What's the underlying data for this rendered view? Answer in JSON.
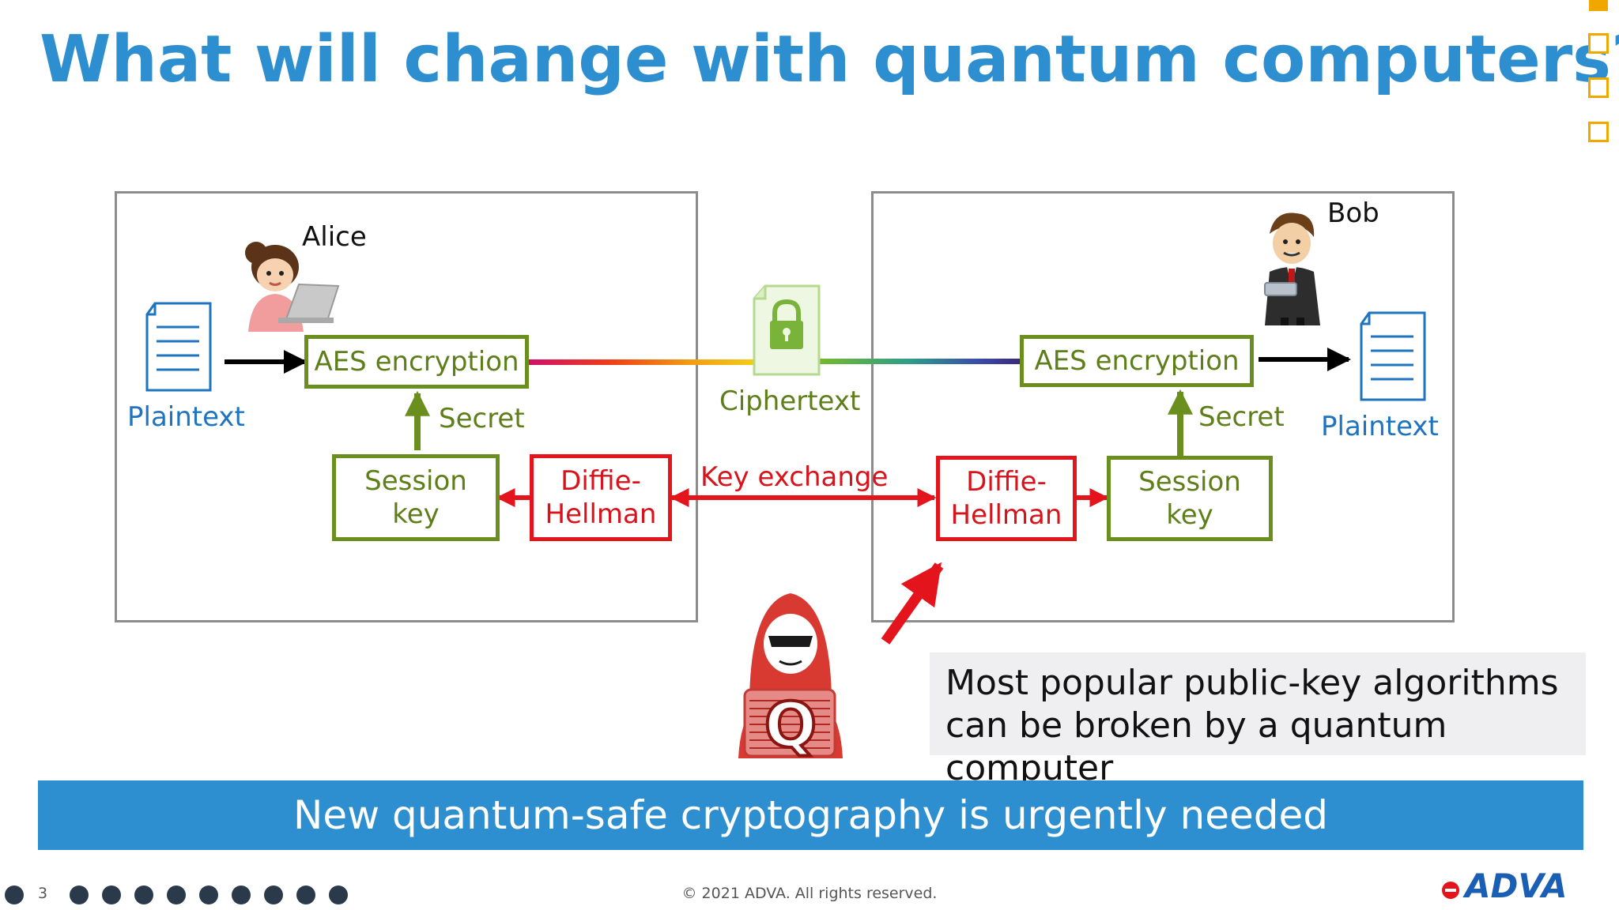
{
  "slide": {
    "title": "What will change with quantum computers?",
    "page_number": "3",
    "copyright": "© 2021 ADVA. All rights reserved.",
    "logo_text": "ADVA"
  },
  "alice": {
    "name": "Alice",
    "plaintext_label": "Plaintext",
    "aes_label": "AES encryption",
    "secret_label": "Secret",
    "session_key_label": [
      "Session",
      "key"
    ],
    "diffie_hellman_label": [
      "Diffie-",
      "Hellman"
    ]
  },
  "bob": {
    "name": "Bob",
    "plaintext_label": "Plaintext",
    "aes_label": "AES encryption",
    "secret_label": "Secret",
    "session_key_label": [
      "Session",
      "key"
    ],
    "diffie_hellman_label": [
      "Diffie-",
      "Hellman"
    ]
  },
  "channel": {
    "ciphertext_label": "Ciphertext",
    "key_exchange_label": "Key exchange"
  },
  "attacker": {
    "badge_letter": "Q"
  },
  "note": {
    "lines": [
      "Most popular public-key algorithms",
      "can be broken by a quantum computer"
    ]
  },
  "banner": {
    "text": "New quantum-safe cryptography is urgently needed"
  },
  "colors": {
    "title_blue": "#2e8fd0",
    "green": "#6b8f1e",
    "red": "#e3141c",
    "banner_blue": "#2e8fd0",
    "nav_orange": "#f0a800"
  },
  "icons": {
    "document": "document-icon",
    "lock": "lock-icon",
    "alice_avatar": "woman-with-laptop-icon",
    "bob_avatar": "man-with-tablet-icon",
    "hacker": "hooded-hacker-icon"
  }
}
